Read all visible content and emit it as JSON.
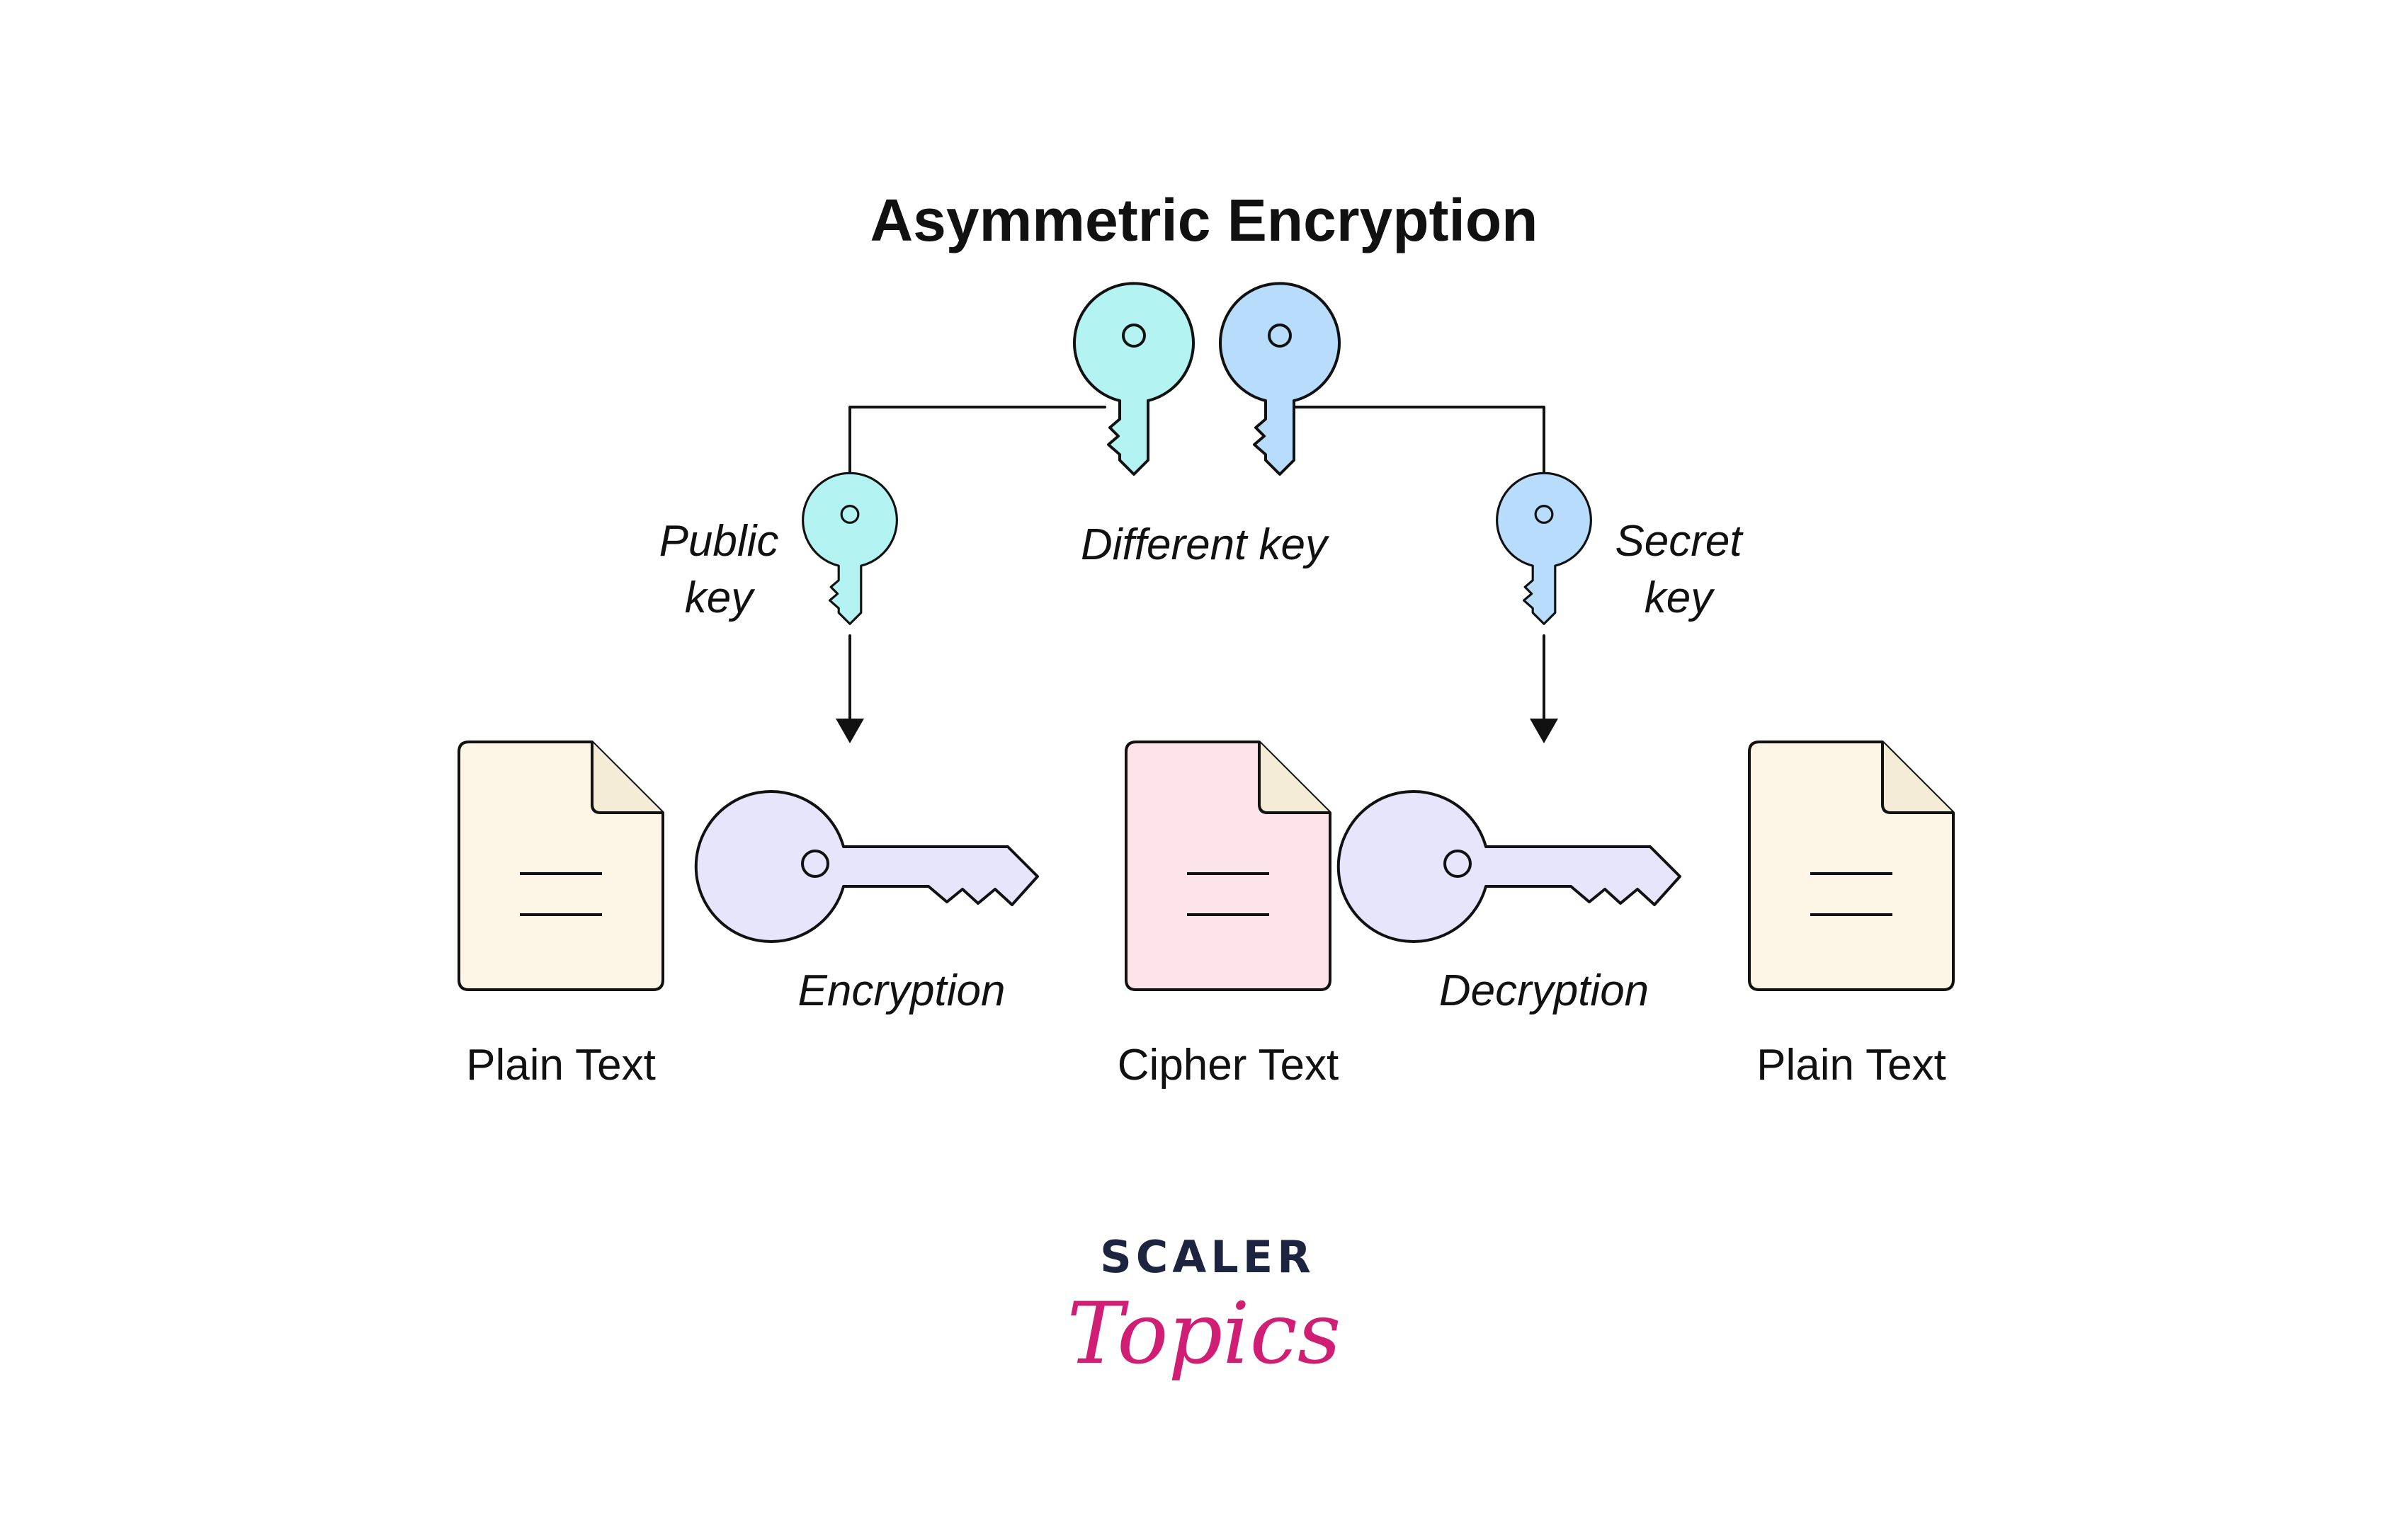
{
  "title": "Asymmetric Encryption",
  "labels": {
    "different_key": "Different key",
    "public_key_line1": "Public",
    "public_key_line2": "key",
    "secret_key_line1": "Secret",
    "secret_key_line2": "key",
    "encryption": "Encryption",
    "decryption": "Decryption"
  },
  "documents": [
    {
      "label": "Plain Text",
      "color": "#fdf5e6"
    },
    {
      "label": "Cipher Text",
      "color": "#fde3ea"
    },
    {
      "label": "Plain Text",
      "color": "#fdf5e6"
    }
  ],
  "colors": {
    "public_key": "#b3f4f2",
    "secret_key": "#b8dcfb",
    "process_key": "#e6e5fc",
    "stroke": "#111111"
  },
  "brand": {
    "line1": "SCALER",
    "line2": "Topics"
  }
}
